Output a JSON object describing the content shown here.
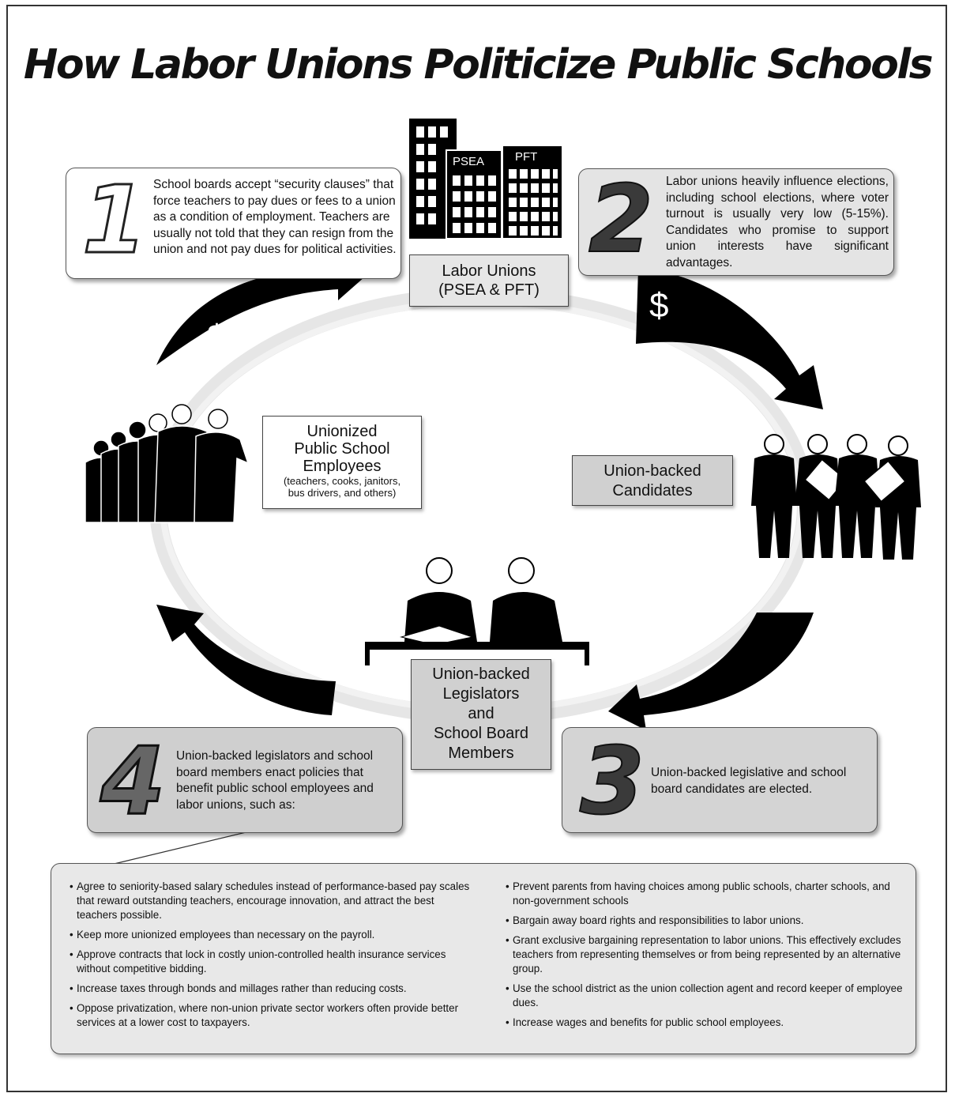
{
  "title": "How Labor Unions Politicize Public Schools",
  "steps": [
    {
      "num": "1",
      "text": "School boards accept “security clauses” that force teachers to pay dues or fees to a union as a condition of employment. Teachers are usually not told that they can resign from the union and not pay dues for political activities."
    },
    {
      "num": "2",
      "text": "Labor unions heavily influence elections, including school elections, where voter turnout is usually very low (5-15%). Candidates who promise to support union interests have significant advantages."
    },
    {
      "num": "3",
      "text": "Union-backed legislative and school board candidates are elected."
    },
    {
      "num": "4",
      "text": "Union-backed legislators and school board members enact policies that benefit public school employees and labor unions, such as:"
    }
  ],
  "labels": {
    "unions_line1": "Labor Unions",
    "unions_line2": "(PSEA & PFT)",
    "employees_line1": "Unionized",
    "employees_line2": "Public School",
    "employees_line3": "Employees",
    "employees_sub1": "(teachers, cooks, janitors,",
    "employees_sub2": "bus drivers, and others)",
    "candidates_line1": "Union-backed",
    "candidates_line2": "Candidates",
    "legislators_line1": "Union-backed",
    "legislators_line2": "Legislators",
    "legislators_line3": "and",
    "legislators_line4": "School Board",
    "legislators_line5": "Members"
  },
  "buildings": {
    "psea": "PSEA",
    "pft": "PFT"
  },
  "dollar": "$",
  "policies_left": [
    "Agree to seniority-based salary schedules instead of performance-based pay scales that reward outstanding teachers, encourage innovation, and attract the best teachers possible.",
    "Keep more unionized employees than necessary on the payroll.",
    "Approve contracts that lock in costly union-controlled health insurance services without competitive bidding.",
    "Increase taxes through bonds and millages rather than reducing costs.",
    "Oppose privatization, where non-union private sector workers often provide better services at a lower cost to taxpayers."
  ],
  "policies_right": [
    "Prevent parents from having choices among public schools, charter schools, and non-government schools",
    "Bargain away board rights and responsibilities to labor unions.",
    "Grant exclusive bargaining representation to labor unions.  This effectively excludes teachers from representing themselves or from being represented by an alternative group.",
    "Use the school district as the union collection agent and record keeper of employee dues.",
    "Increase wages and benefits for public school employees."
  ]
}
